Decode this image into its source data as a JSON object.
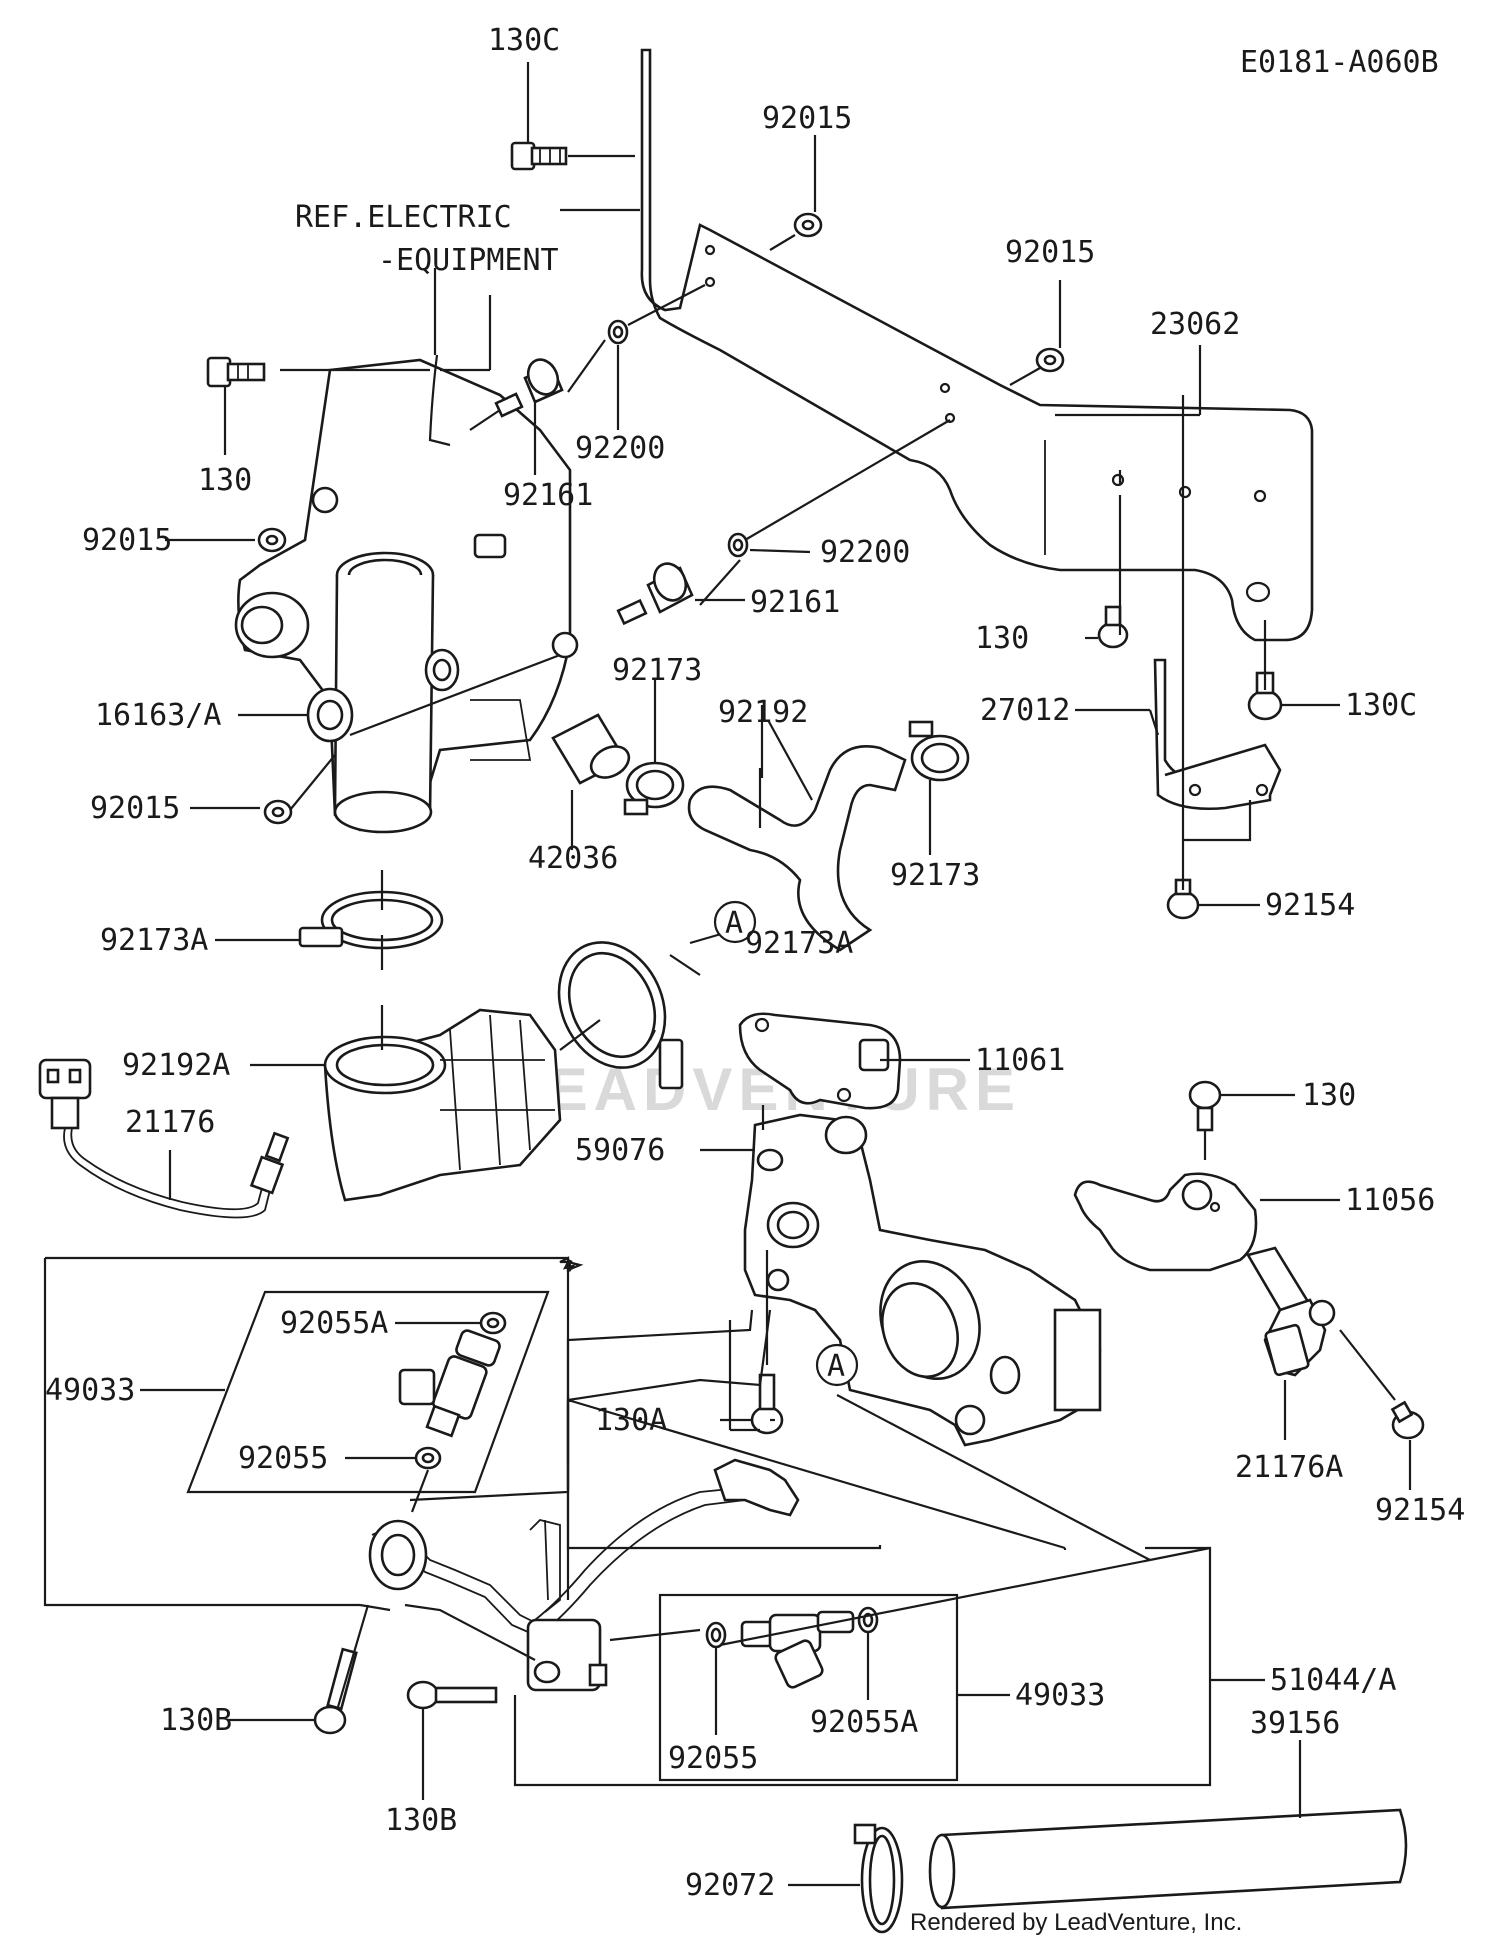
{
  "diagram_code": "E0181-A060B",
  "credit": "Rendered by LeadVenture, Inc.",
  "watermark": "LEADVENTURE",
  "ref_note": {
    "line1": "REF.ELECTRIC",
    "line2": "-EQUIPMENT"
  },
  "callouts": [
    {
      "id": "c1",
      "text": "130C"
    },
    {
      "id": "c2",
      "text": "92015"
    },
    {
      "id": "c3",
      "text": "92015"
    },
    {
      "id": "c4",
      "text": "23062"
    },
    {
      "id": "c5",
      "text": "130"
    },
    {
      "id": "c6",
      "text": "92200"
    },
    {
      "id": "c7",
      "text": "92161"
    },
    {
      "id": "c8",
      "text": "92015"
    },
    {
      "id": "c9",
      "text": "92200"
    },
    {
      "id": "c10",
      "text": "92161"
    },
    {
      "id": "c11",
      "text": "130"
    },
    {
      "id": "c12",
      "text": "130C"
    },
    {
      "id": "c13",
      "text": "92173"
    },
    {
      "id": "c14",
      "text": "92192"
    },
    {
      "id": "c15",
      "text": "16163/A"
    },
    {
      "id": "c16",
      "text": "27012"
    },
    {
      "id": "c17",
      "text": "92015"
    },
    {
      "id": "c18",
      "text": "42036"
    },
    {
      "id": "c19",
      "text": "92173"
    },
    {
      "id": "c20",
      "text": "92154"
    },
    {
      "id": "c21",
      "text": "92173A"
    },
    {
      "id": "c22",
      "text": "92173A"
    },
    {
      "id": "c23",
      "text": "11061"
    },
    {
      "id": "c24",
      "text": "92192A"
    },
    {
      "id": "c25",
      "text": "130"
    },
    {
      "id": "c26",
      "text": "21176"
    },
    {
      "id": "c27",
      "text": "59076"
    },
    {
      "id": "c28",
      "text": "11056"
    },
    {
      "id": "c29",
      "text": "92055A"
    },
    {
      "id": "c30",
      "text": "49033"
    },
    {
      "id": "c31",
      "text": "130A"
    },
    {
      "id": "c32",
      "text": "92055"
    },
    {
      "id": "c33",
      "text": "21176A"
    },
    {
      "id": "c34",
      "text": "92154"
    },
    {
      "id": "c35",
      "text": "51044/A"
    },
    {
      "id": "c36",
      "text": "49033"
    },
    {
      "id": "c37",
      "text": "130B"
    },
    {
      "id": "c38",
      "text": "92055"
    },
    {
      "id": "c39",
      "text": "92055A"
    },
    {
      "id": "c40",
      "text": "39156"
    },
    {
      "id": "c41",
      "text": "130B"
    },
    {
      "id": "c42",
      "text": "92072"
    }
  ],
  "markers": [
    {
      "id": "m1",
      "text": "A"
    },
    {
      "id": "m2",
      "text": "A"
    }
  ]
}
